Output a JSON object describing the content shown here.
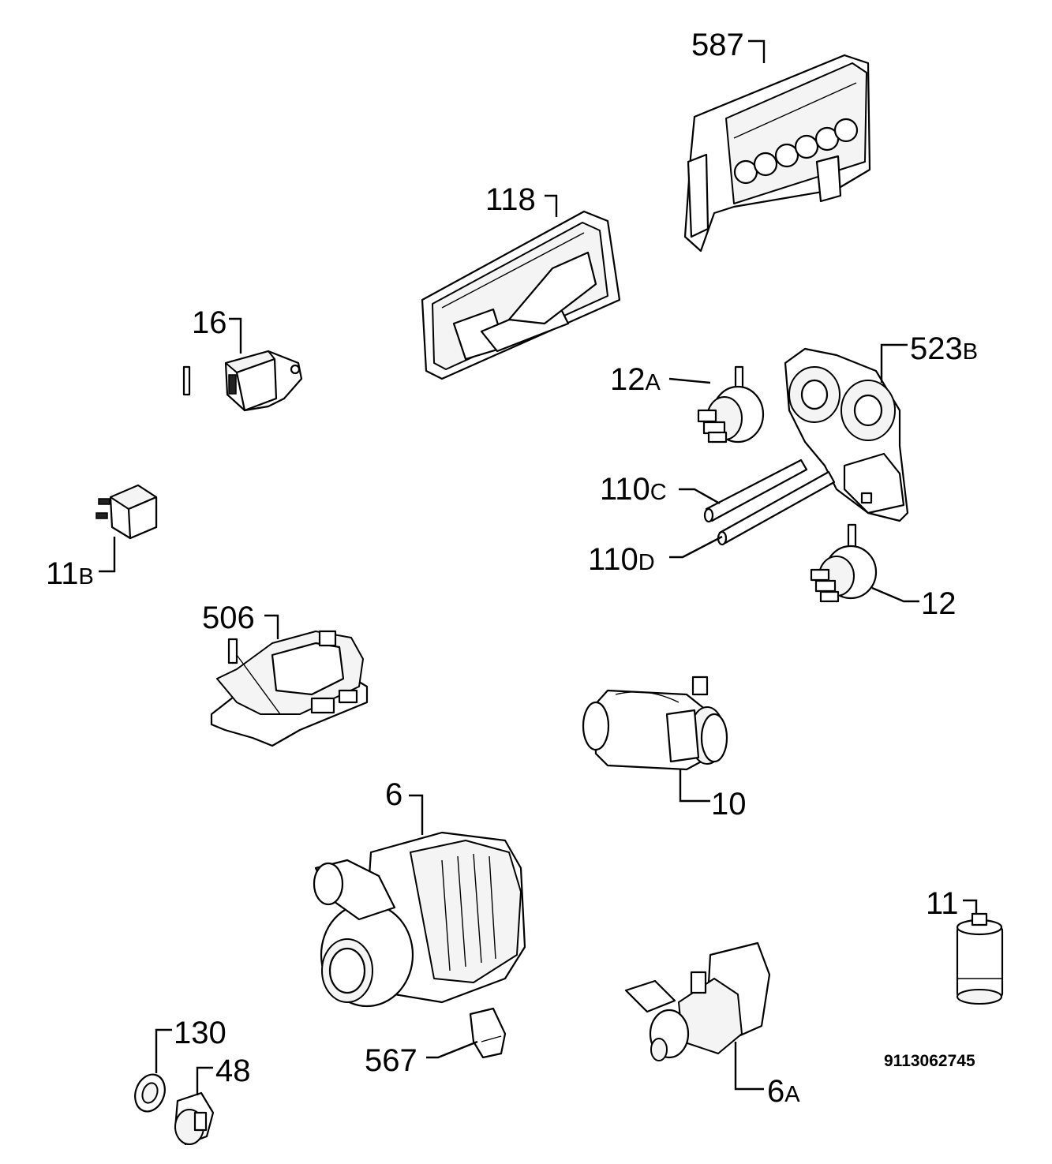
{
  "document_code": "9113062745",
  "labels": [
    {
      "id": "587",
      "num": "587",
      "suffix": ""
    },
    {
      "id": "118",
      "num": "118",
      "suffix": ""
    },
    {
      "id": "16",
      "num": "16",
      "suffix": ""
    },
    {
      "id": "523B",
      "num": "523",
      "suffix": "B"
    },
    {
      "id": "12A",
      "num": "12",
      "suffix": "A"
    },
    {
      "id": "110C",
      "num": "110",
      "suffix": "C"
    },
    {
      "id": "110D",
      "num": "110",
      "suffix": "D"
    },
    {
      "id": "11B",
      "num": "11",
      "suffix": "B"
    },
    {
      "id": "12",
      "num": "12",
      "suffix": ""
    },
    {
      "id": "506",
      "num": "506",
      "suffix": ""
    },
    {
      "id": "10",
      "num": "10",
      "suffix": ""
    },
    {
      "id": "6",
      "num": "6",
      "suffix": ""
    },
    {
      "id": "11",
      "num": "11",
      "suffix": ""
    },
    {
      "id": "130",
      "num": "130",
      "suffix": ""
    },
    {
      "id": "48",
      "num": "48",
      "suffix": ""
    },
    {
      "id": "567",
      "num": "567",
      "suffix": ""
    },
    {
      "id": "6A",
      "num": "6",
      "suffix": "A"
    }
  ]
}
